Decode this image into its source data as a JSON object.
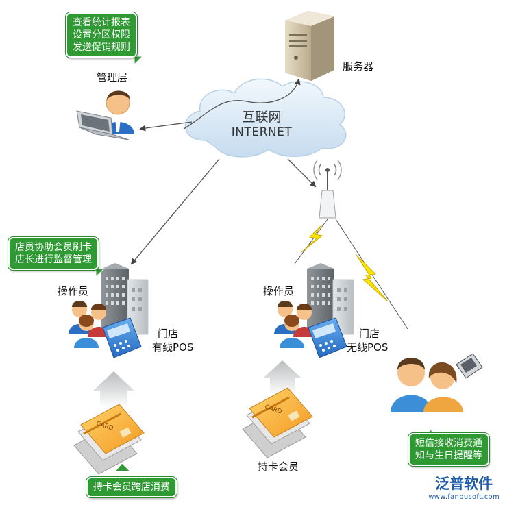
{
  "management": {
    "bubble_lines": [
      "查看统计报表",
      "设置分区权限",
      "发送促销规则"
    ],
    "label": "管理层"
  },
  "server": {
    "label": "服务器"
  },
  "internet": {
    "line1": "互联网",
    "line2": "INTERNET"
  },
  "store_left": {
    "bubble_lines": [
      "店员协助会员刷卡",
      "店长进行监督管理"
    ],
    "operator_label": "操作员",
    "store_line1": "门店",
    "store_line2": "有线POS",
    "card_bubble": "持卡会员跨店消费"
  },
  "store_right": {
    "operator_label": "操作员",
    "store_line1": "门店",
    "store_line2": "无线POS",
    "card_label": "持卡会员"
  },
  "members": {
    "bubble_lines": [
      "短信接收消费通",
      "知与生日提醒等"
    ]
  },
  "card_text": "CARD",
  "brand": {
    "name": "泛普软件",
    "url": "www.fanpusoft.com"
  },
  "colors": {
    "bubble_green": "#2f9a34",
    "brand_blue": "#1d5aa8",
    "lightning": "#ffe400"
  }
}
